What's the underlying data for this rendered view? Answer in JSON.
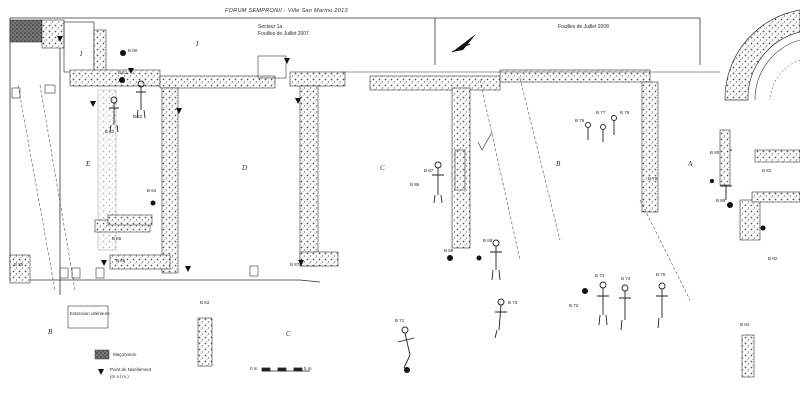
{
  "plan": {
    "title": "FORUM SEMPRONII - Ville San Marino 2013",
    "subtitle_1": "Secteur 1a",
    "subtitle_2": "Fouilles de Juillet 2007",
    "subtitle_right": "Fouilles de Juillet 2008",
    "rooms": [
      "I",
      "I",
      "E",
      "D",
      "C",
      "B",
      "A",
      "B",
      "C"
    ],
    "burials": [
      "B 60",
      "B 61",
      "B 62",
      "B 63",
      "B 64",
      "B 65",
      "B 66",
      "B 67",
      "B 68",
      "B 69",
      "B 70",
      "B 71",
      "B 72",
      "B 73",
      "B 74",
      "B 75",
      "B 76",
      "B 77",
      "B 78",
      "B 79",
      "B 80",
      "B 81",
      "B 82",
      "B 83",
      "B 84",
      "B 85",
      "B 86",
      "B 87",
      "B 88"
    ],
    "lower_box_label": "Extension ultérieure",
    "legend": {
      "masonry": "Maçonnerie",
      "level": "Point de Nivellement",
      "level_sub": "(m s.l.m.)"
    },
    "scale_left": "0 m",
    "scale_right": "5 m"
  },
  "colors": {
    "ink": "#2a2a2a",
    "paper": "#ffffff",
    "stone": "#9a9a9a"
  }
}
